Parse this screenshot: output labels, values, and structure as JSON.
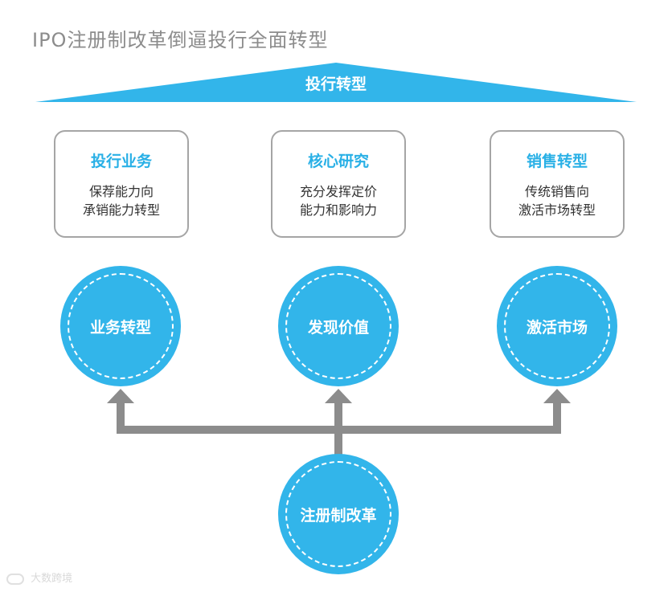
{
  "page_title": "IPO注册制改革倒逼投行全面转型",
  "banner": {
    "label": "投行转型"
  },
  "cards": [
    {
      "title": "投行业务",
      "lines": [
        "保荐能力向",
        "承销能力转型"
      ]
    },
    {
      "title": "核心研究",
      "lines": [
        "充分发挥定价",
        "能力和影响力"
      ]
    },
    {
      "title": "销售转型",
      "lines": [
        "传统销售向",
        "激活市场转型"
      ]
    }
  ],
  "circles": [
    "业务转型",
    "发现价值",
    "激活市场"
  ],
  "base_circle": "注册制改革",
  "watermark": "大数跨境",
  "colors": {
    "accent_blue": "#32b5ea",
    "card_title_blue": "#29b0e6",
    "arrow_gray": "#8c8c8c",
    "card_border": "#a5a5a5",
    "title_gray": "#8c8c8c"
  }
}
